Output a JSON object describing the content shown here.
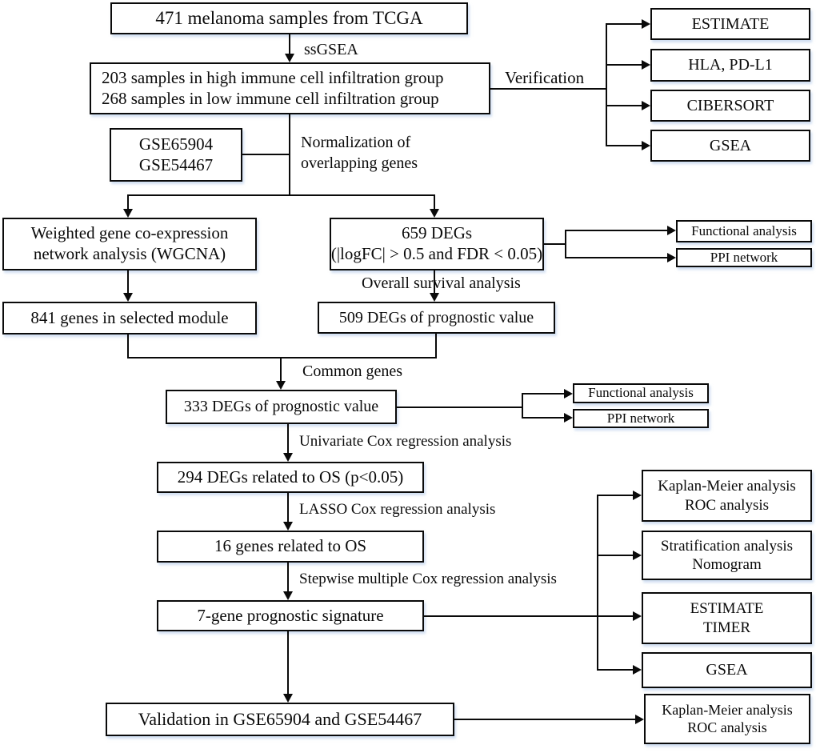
{
  "diagram": {
    "title": "Melanoma immune infiltration prognostic signature study flowchart",
    "nodes": {
      "tcga": {
        "label": "471 melanoma samples from TCGA"
      },
      "groups": {
        "line1": "203 samples in high immune cell infiltration group",
        "line2": "268 samples in low immune cell infiltration group"
      },
      "gse_datasets": {
        "line1": "GSE65904",
        "line2": "GSE54467"
      },
      "wgcna": {
        "line1": "Weighted gene co-expression",
        "line2": "network analysis (WGCNA)"
      },
      "degs659": {
        "line1": "659 DEGs",
        "line2": "(|logFC| > 0.5 and FDR < 0.05)"
      },
      "genes841": {
        "label": "841 genes in selected module"
      },
      "degs509": {
        "label": "509 DEGs of prognostic value"
      },
      "degs333": {
        "label": "333 DEGs of prognostic value"
      },
      "degs294": {
        "label": "294 DEGs related to OS (p<0.05)"
      },
      "genes16": {
        "label": "16 genes related to OS"
      },
      "signature": {
        "label": "7-gene prognostic signature"
      },
      "validation": {
        "label": "Validation in GSE65904 and GSE54467"
      },
      "verify_estimate": {
        "label": "ESTIMATE"
      },
      "verify_hla": {
        "label": "HLA, PD-L1"
      },
      "verify_cibersort": {
        "label": "CIBERSORT"
      },
      "verify_gsea": {
        "label": "GSEA"
      },
      "functional1": {
        "label": "Functional analysis"
      },
      "ppi1": {
        "label": "PPI network"
      },
      "functional2": {
        "label": "Functional analysis"
      },
      "ppi2": {
        "label": "PPI network"
      },
      "km1": {
        "line1": "Kaplan-Meier analysis",
        "line2": "ROC analysis"
      },
      "stratification": {
        "line1": "Stratification analysis",
        "line2": "Nomogram"
      },
      "estimate_timer": {
        "line1": "ESTIMATE",
        "line2": "TIMER"
      },
      "gsea2": {
        "label": "GSEA"
      },
      "km2": {
        "line1": "Kaplan-Meier analysis",
        "line2": "ROC analysis"
      }
    },
    "edge_labels": {
      "ssgsea": "ssGSEA",
      "verification": "Verification",
      "normalization_line1": "Normalization of",
      "normalization_line2": "overlapping genes",
      "overall_survival": "Overall survival analysis",
      "common_genes": "Common genes",
      "univariate": "Univariate Cox regression analysis",
      "lasso": "LASSO Cox regression analysis",
      "stepwise": "Stepwise multiple Cox regression analysis"
    },
    "colors": {
      "line": "#0a0a0a",
      "box_border": "#0a0a0a",
      "box_background": "#ffffff",
      "box_shadow": "#c6d6ec",
      "page_background": "#ffffff"
    }
  }
}
